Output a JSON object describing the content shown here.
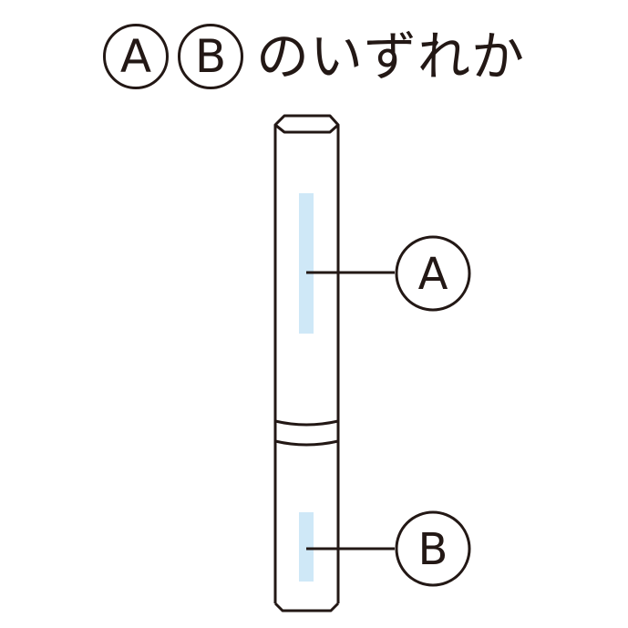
{
  "title": {
    "option_a": "A",
    "option_b": "B",
    "text": "のいずれか"
  },
  "callouts": {
    "a_label": "A",
    "b_label": "B"
  },
  "colors": {
    "ink": "#231815",
    "highlight": "#cfe8f7",
    "background": "#ffffff"
  }
}
